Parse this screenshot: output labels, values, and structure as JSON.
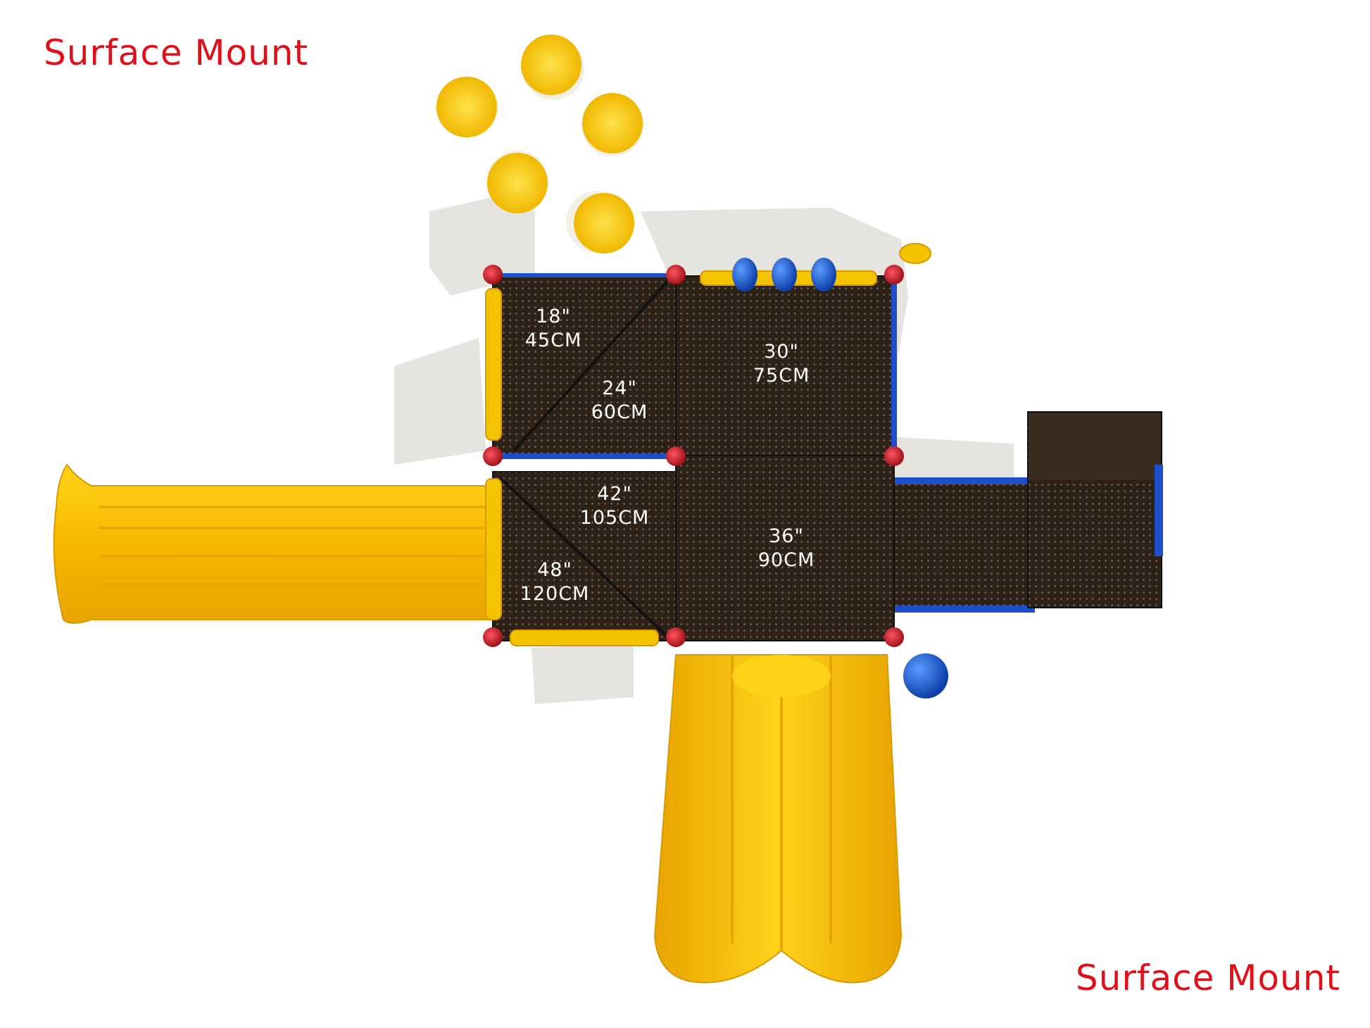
{
  "labels": {
    "top_left": "Surface Mount",
    "bottom_right": "Surface Mount"
  },
  "decks": [
    {
      "id": "deck-18",
      "height_in": "18\"",
      "height_cm": "45CM"
    },
    {
      "id": "deck-24",
      "height_in": "24\"",
      "height_cm": "60CM"
    },
    {
      "id": "deck-30",
      "height_in": "30\"",
      "height_cm": "75CM"
    },
    {
      "id": "deck-42",
      "height_in": "42\"",
      "height_cm": "105CM"
    },
    {
      "id": "deck-48",
      "height_in": "48\"",
      "height_cm": "120CM"
    },
    {
      "id": "deck-36",
      "height_in": "36\"",
      "height_cm": "90CM"
    }
  ],
  "colors": {
    "label": "#e0101a",
    "deck": "#2e2218",
    "slide": "#f5c400",
    "rail": "#1f4fc8",
    "post_cap": "#c8202a",
    "accent_blue": "#1a5fd0"
  }
}
